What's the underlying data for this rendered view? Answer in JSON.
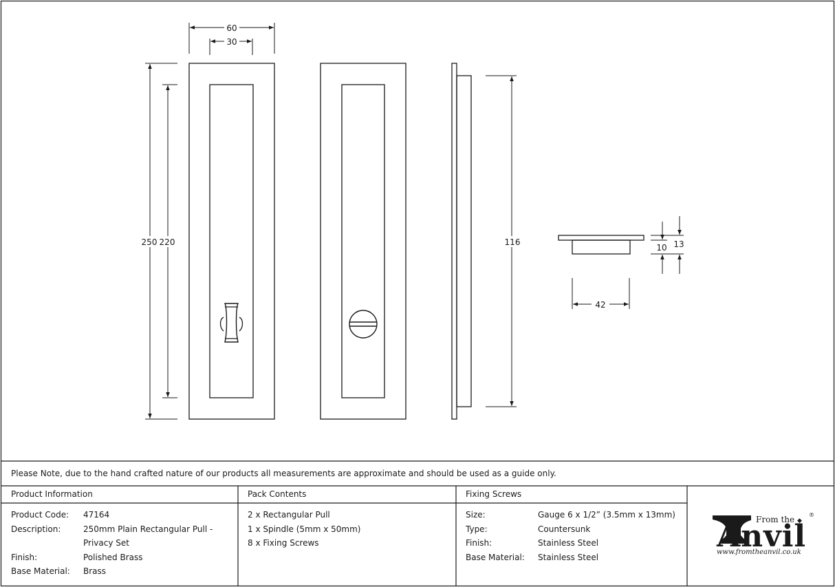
{
  "drawing": {
    "dimensions": {
      "outer_width": "60",
      "inner_width": "30",
      "outer_height": "250",
      "inner_height": "220",
      "side_height": "116",
      "depth_total": "13",
      "depth_body": "10",
      "body_width": "42"
    }
  },
  "note": "Please Note, due to the hand crafted nature of our products all measurements are approximate and should be used as a guide only.",
  "product_info": {
    "title": "Product Information",
    "rows": [
      {
        "label": "Product Code:",
        "value": "47164"
      },
      {
        "label": "Description:",
        "value": "250mm Plain Rectangular Pull -"
      },
      {
        "label": "",
        "value": "Privacy Set"
      },
      {
        "label": "Finish:",
        "value": "Polished Brass"
      },
      {
        "label": "Base Material:",
        "value": "Brass"
      }
    ]
  },
  "pack_contents": {
    "title": "Pack Contents",
    "items": [
      "2 x Rectangular Pull",
      "1 x Spindle (5mm x 50mm)",
      "8 x Fixing Screws"
    ]
  },
  "fixing_screws": {
    "title": "Fixing Screws",
    "rows": [
      {
        "label": "Size:",
        "value": "Gauge 6 x 1/2” (3.5mm x 13mm)"
      },
      {
        "label": "Type:",
        "value": "Countersunk"
      },
      {
        "label": "Finish:",
        "value": "Stainless Steel"
      },
      {
        "label": "Base Material:",
        "value": "Stainless Steel"
      }
    ]
  },
  "logo": {
    "from_the": "From the",
    "brand": "Anvil",
    "registered": "®",
    "url": "www.fromtheanvil.co.uk"
  }
}
